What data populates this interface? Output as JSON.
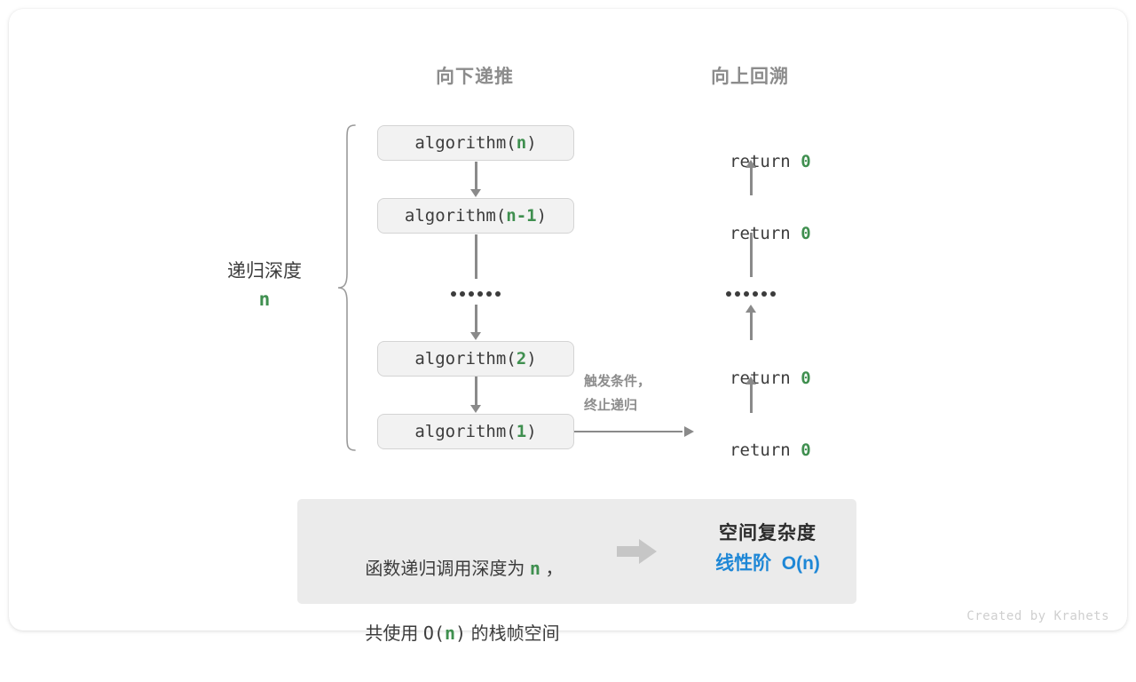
{
  "headers": {
    "down": "向下递推",
    "up": "向上回溯"
  },
  "depth": {
    "label": "递归深度",
    "value": "n"
  },
  "calls": [
    {
      "name": "algorithm(",
      "arg": "n",
      "close": ")"
    },
    {
      "name": "algorithm(",
      "arg": "n-1",
      "close": ")"
    },
    {
      "name": "algorithm(",
      "arg": "2",
      "close": ")"
    },
    {
      "name": "algorithm(",
      "arg": "1",
      "close": ")"
    }
  ],
  "ellipsis": "••••••",
  "returns": [
    {
      "keyword": "return ",
      "value": "0"
    },
    {
      "keyword": "return ",
      "value": "0"
    },
    {
      "keyword": "return ",
      "value": "0"
    },
    {
      "keyword": "return ",
      "value": "0"
    }
  ],
  "trigger_note": "触发条件，\n终止递归",
  "summary": {
    "line1_pre": "函数递归调用深度为 ",
    "line1_var": "n",
    "line1_post": " ，",
    "line2_pre": "共使用 ",
    "line2_mono_pre": "O(",
    "line2_var": "n",
    "line2_mono_post": ")",
    "line2_post": " 的栈帧空间",
    "result_title": "空间复杂度",
    "result_value": "线性阶  O(n)"
  },
  "credit": "Created by Krahets",
  "colors": {
    "green": "#3f8f4f",
    "blue": "#1e87d6",
    "gray_text": "#3c3c3c",
    "gray_muted": "#8c8c8c",
    "arrow": "#8a8a8a",
    "box_fill": "#f2f2f2",
    "panel_fill": "#ebebeb"
  }
}
